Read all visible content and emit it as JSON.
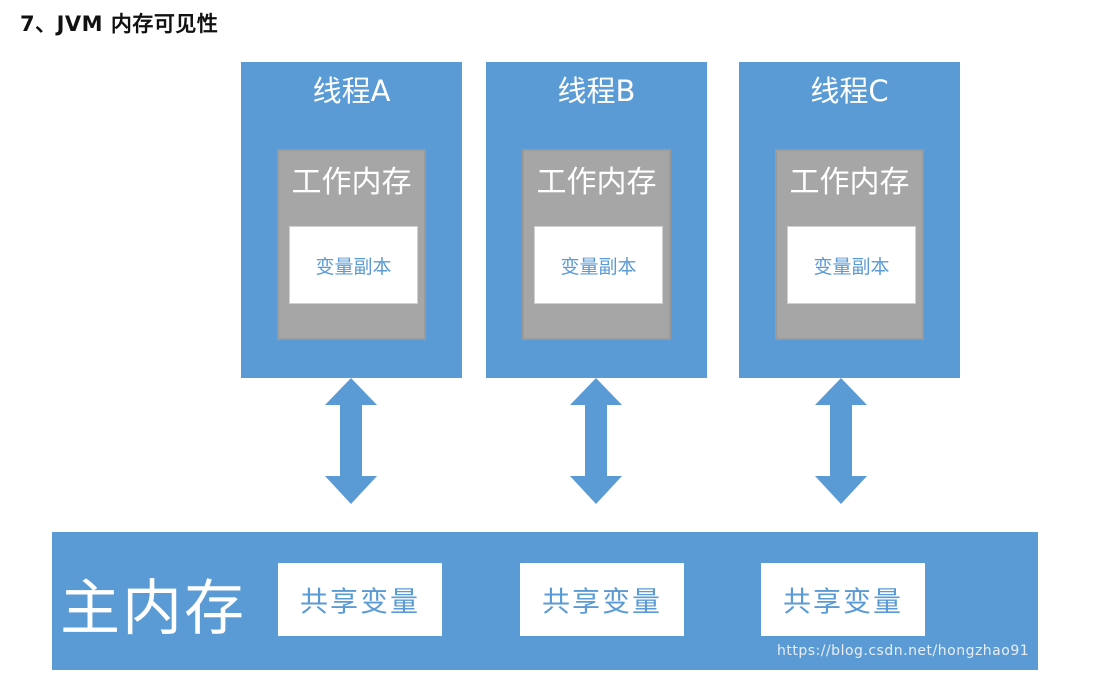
{
  "heading": "7、JVM 内存可见性",
  "threads": [
    {
      "title": "线程A",
      "work_memory": "工作内存",
      "copy": "变量副本"
    },
    {
      "title": "线程B",
      "work_memory": "工作内存",
      "copy": "变量副本"
    },
    {
      "title": "线程C",
      "work_memory": "工作内存",
      "copy": "变量副本"
    }
  ],
  "main_memory": {
    "label": "主内存",
    "shared": [
      "共享变量",
      "共享变量",
      "共享变量"
    ],
    "watermark_url": "https://blog.csdn.net/hongzhao91"
  },
  "colors": {
    "accent_blue": "#5b9bd5",
    "work_memory_gray": "#a6a6a6",
    "background": "#ffffff",
    "text_white": "#ffffff"
  },
  "icons": [
    "double-arrow-icon"
  ]
}
